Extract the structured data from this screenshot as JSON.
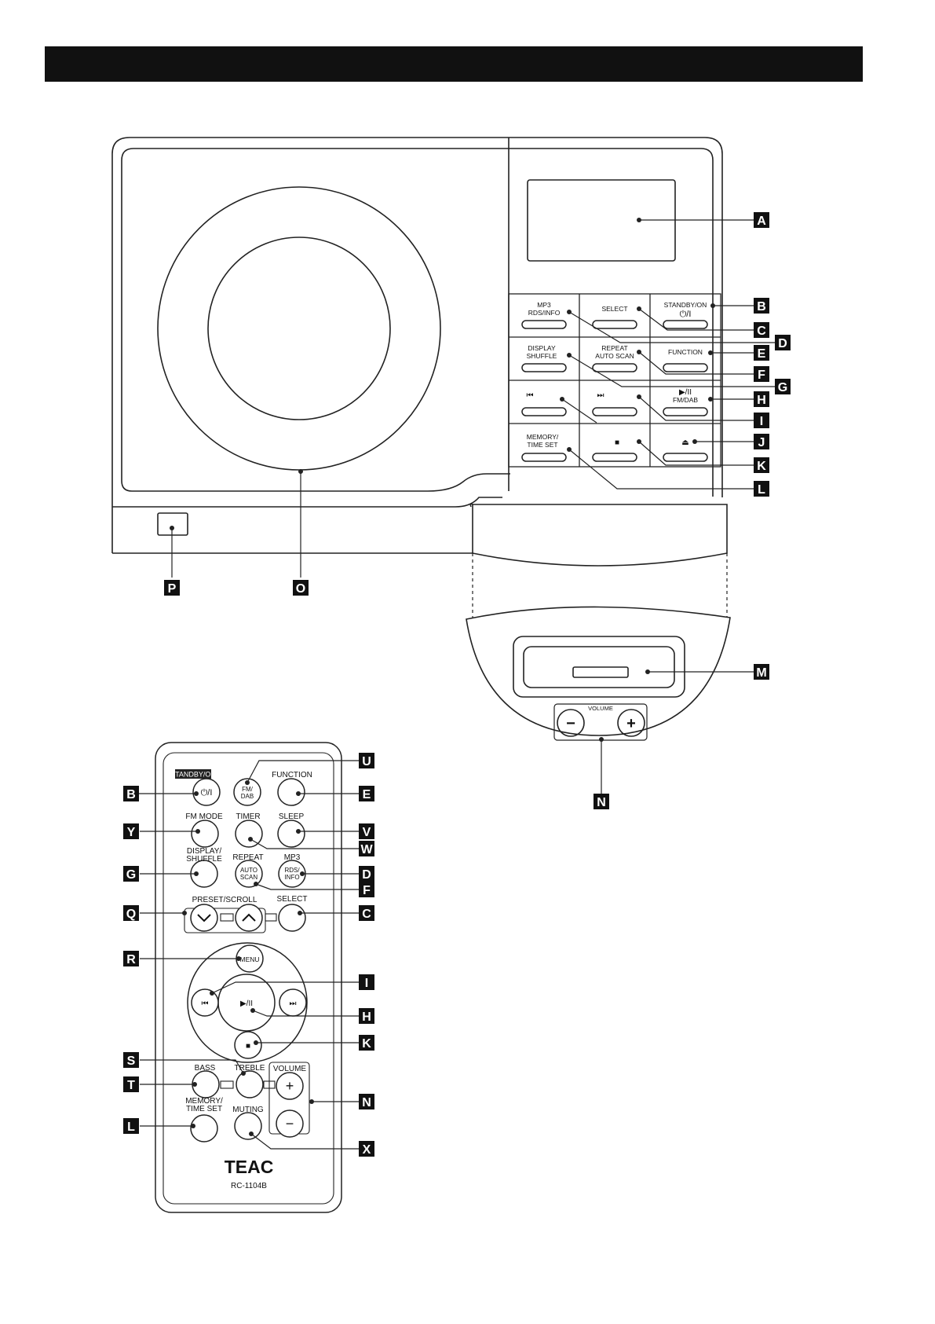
{
  "unit_buttons": {
    "mp3_rds_info": [
      "MP3",
      "RDS/INFO"
    ],
    "select": "SELECT",
    "standby_on": [
      "STANDBY/ON",
      "⏻/I"
    ],
    "display_shuffle": [
      "DISPLAY",
      "SHUFFLE"
    ],
    "repeat_auto_scan": [
      "REPEAT",
      "AUTO SCAN"
    ],
    "function": "FUNCTION",
    "prev": "⏮",
    "next": "⏭",
    "play_fm_dab": [
      "▶/II",
      "FM/DAB"
    ],
    "memory_time_set": [
      "MEMORY/",
      "TIME SET"
    ],
    "stop": "■",
    "eject": "⏏"
  },
  "dock": {
    "volume_label": "VOLUME",
    "minus": "−",
    "plus": "+"
  },
  "remote": {
    "standby_on_label": "STANDBY/ON",
    "power_button": "⏻/I",
    "fm_dab_button": [
      "FM/",
      "DAB"
    ],
    "function_label": "FUNCTION",
    "fm_mode_label": "FM MODE",
    "timer_label": "TIMER",
    "sleep_label": "SLEEP",
    "display_shuffle_label": [
      "DISPLAY/",
      "SHUFFLE"
    ],
    "repeat_label": "REPEAT",
    "auto_scan_button": [
      "AUTO",
      "SCAN"
    ],
    "mp3_label": "MP3",
    "rds_info_button": [
      "RDS/",
      "INFO"
    ],
    "preset_scroll_label": "PRESET/SCROLL",
    "select_label": "SELECT",
    "menu_button": "MENU",
    "prev_button": "⏮",
    "next_button": "⏭",
    "play_pause_button": "▶/II",
    "stop_button": "■",
    "bass_label": "BASS",
    "treble_label": "TREBLE",
    "volume_label": "VOLUME",
    "vol_plus": "+",
    "vol_minus": "−",
    "memory_time_set_label": [
      "MEMORY/",
      "TIME SET"
    ],
    "muting_label": "MUTING",
    "brand": "TEAC",
    "model": "RC-1104B"
  },
  "callouts": {
    "A": "A",
    "B": "B",
    "C": "C",
    "D": "D",
    "E": "E",
    "F": "F",
    "G": "G",
    "H": "H",
    "I": "I",
    "J": "J",
    "K": "K",
    "L": "L",
    "M": "M",
    "N": "N",
    "O": "O",
    "P": "P",
    "Q": "Q",
    "R": "R",
    "S": "S",
    "T": "T",
    "U": "U",
    "V": "V",
    "W": "W",
    "X": "X",
    "Y": "Y"
  }
}
